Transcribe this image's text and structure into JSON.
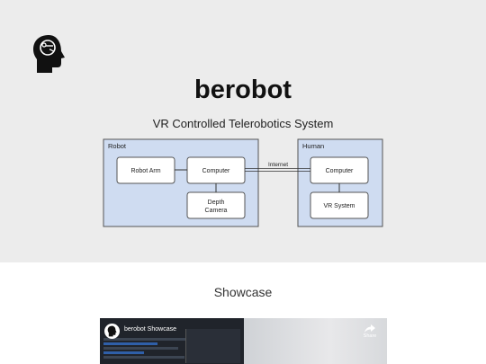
{
  "header": {
    "logo_icon": "head-gear-icon",
    "title": "berobot",
    "subtitle": "VR Controlled Telerobotics System"
  },
  "diagram": {
    "robot_group": "Robot",
    "human_group": "Human",
    "robot_arm": "Robot Arm",
    "robot_computer": "Computer",
    "depth_camera_line1": "Depth",
    "depth_camera_line2": "Camera",
    "link_label": "Internet",
    "human_computer": "Computer",
    "vr_system": "VR System",
    "colors": {
      "group_fill": "#cfdcf1",
      "border": "#555555"
    }
  },
  "showcase": {
    "heading": "Showcase",
    "video": {
      "title": "berobot Showcase",
      "share_label": "Share",
      "share_icon": "share-arrow-icon"
    }
  }
}
